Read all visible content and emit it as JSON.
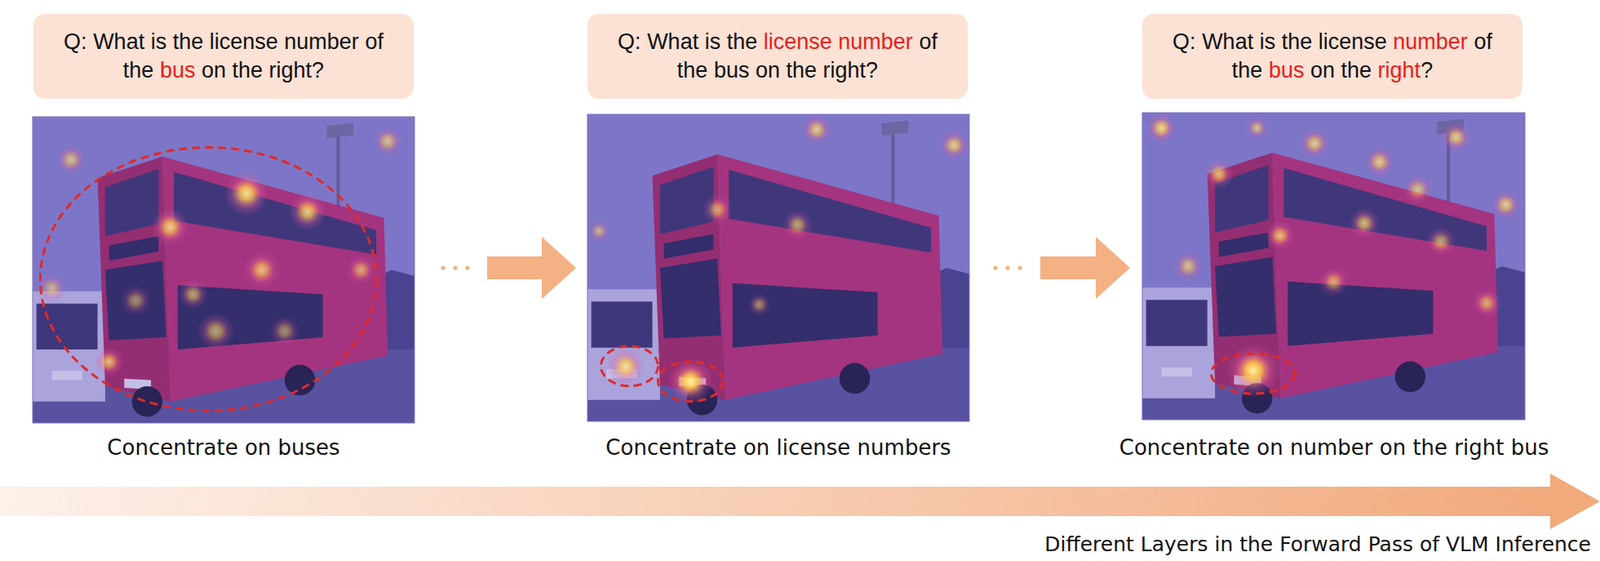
{
  "diagram": {
    "nodes": [
      {
        "text": [
          "Q: What is the license number of the bus on the right?"
        ]
      },
      {
        "text": [
          "Q: What is the license number of the bus on the right?"
        ]
      },
      {
        "text": [
          "Q: What is the license number of the bus on the right?"
        ]
      }
    ],
    "labels": [
      "Concentrate on buses",
      "Concentrate on license numbers",
      "Concentrate on number on the right bus",
      "Different Layers in the Forward Pass of VLM Inference"
    ]
  }
}
